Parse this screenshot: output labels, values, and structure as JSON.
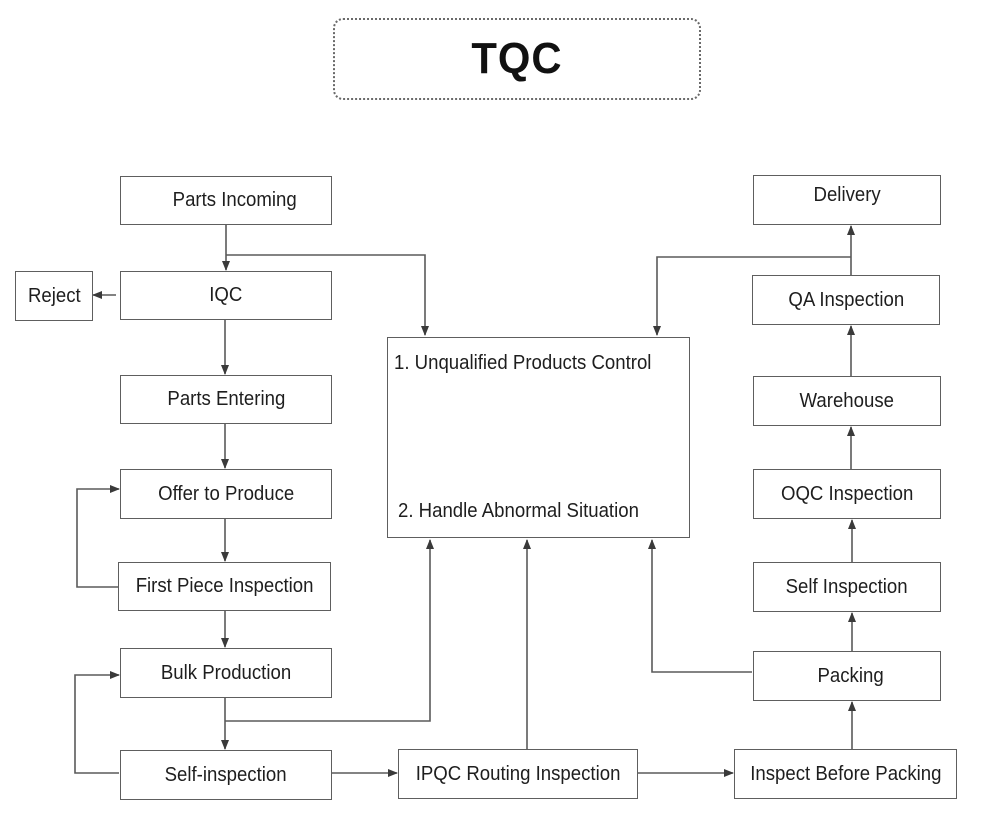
{
  "title": "TQC",
  "nodes": {
    "parts_incoming": "Parts Incoming",
    "iqc": "IQC",
    "reject": "Reject",
    "parts_entering": "Parts Entering",
    "offer_to_produce": "Offer to Produce",
    "first_piece_inspection": "First Piece Inspection",
    "bulk_production": "Bulk Production",
    "self_inspection_left": "Self-inspection",
    "ipqc_routing_inspection": "IPQC Routing Inspection",
    "inspect_before_packing": "Inspect Before Packing",
    "packing": "Packing",
    "self_inspection_right": "Self Inspection",
    "oqc_inspection": "OQC Inspection",
    "warehouse": "Warehouse",
    "qa_inspection": "QA Inspection",
    "delivery": "Delivery"
  },
  "control_box": {
    "item1": "1. Unqualified Products Control",
    "item2": "2. Handle Abnormal Situation"
  },
  "edges": [
    [
      "Parts Incoming",
      "IQC"
    ],
    [
      "Parts Incoming",
      "Control Box"
    ],
    [
      "IQC",
      "Reject"
    ],
    [
      "IQC",
      "Parts Entering"
    ],
    [
      "Parts Entering",
      "Offer to Produce"
    ],
    [
      "Offer to Produce",
      "First Piece Inspection"
    ],
    [
      "First Piece Inspection",
      "Offer to Produce"
    ],
    [
      "First Piece Inspection",
      "Bulk Production"
    ],
    [
      "Bulk Production",
      "Self-inspection"
    ],
    [
      "Bulk Production",
      "Control Box"
    ],
    [
      "Self-inspection",
      "Bulk Production"
    ],
    [
      "Self-inspection",
      "IPQC Routing Inspection"
    ],
    [
      "IPQC Routing Inspection",
      "Control Box"
    ],
    [
      "IPQC Routing Inspection",
      "Inspect Before Packing"
    ],
    [
      "Inspect Before Packing",
      "Packing"
    ],
    [
      "Packing",
      "Control Box"
    ],
    [
      "Packing",
      "Self Inspection"
    ],
    [
      "Self Inspection",
      "OQC Inspection"
    ],
    [
      "OQC Inspection",
      "Warehouse"
    ],
    [
      "Warehouse",
      "QA Inspection"
    ],
    [
      "QA Inspection",
      "Delivery"
    ],
    [
      "QA Inspection",
      "Control Box"
    ]
  ]
}
